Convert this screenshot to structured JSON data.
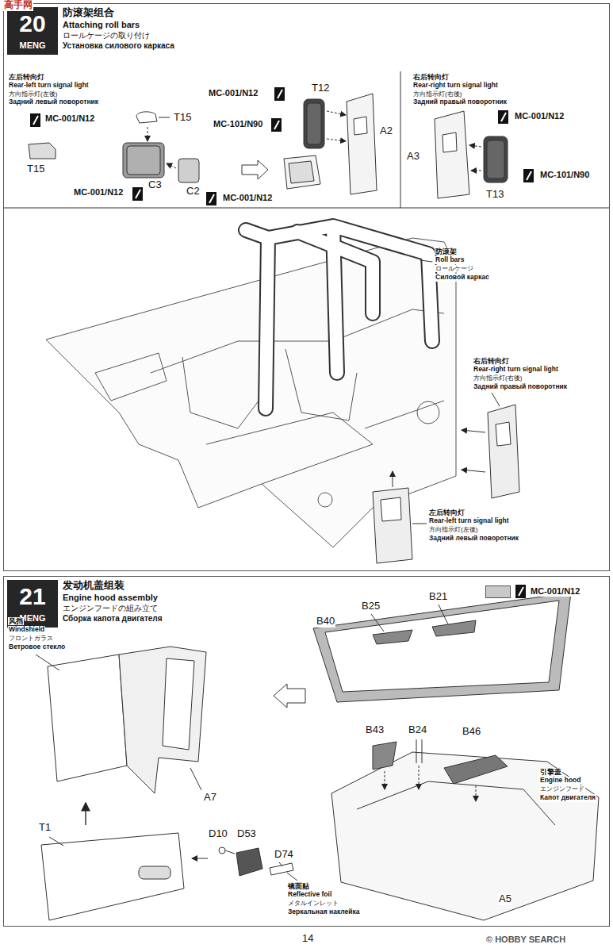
{
  "diagram": {
    "nodes": [
      {
        "text": [
          "防滚架组合",
          "Attaching roll bars",
          "ロールケージの取り付け",
          "Установка силового каркаса"
        ]
      },
      {
        "text": [
          "20",
          "MENG"
        ],
        "in": 0
      },
      {
        "text": [
          "发动机盖组装",
          "Engine hood assembly",
          "エンジンフードの組み立て",
          "Сборка капота двигателя"
        ]
      },
      {
        "text": [
          "21",
          "MENG"
        ],
        "in": 2
      }
    ],
    "labels": [
      "左后转向灯",
      "Rear-left turn signal light",
      "方向指示灯(左後)",
      "Задний левый поворотник",
      "MC-001/N12",
      "T15",
      "T15",
      "MC-001/N12",
      "C3",
      "C2",
      "MC-001/N12",
      "MC-001/N12",
      "T12",
      "MC-101/N90",
      "A2",
      "右后转向灯",
      "Rear-right turn signal light",
      "方向指示灯(右後)",
      "Задний правый поворотник",
      "MC-001/N12",
      "A3",
      "MC-101/N90",
      "T13",
      "防滚架",
      "Roll bars",
      "ロールケージ",
      "Силовой каркас",
      "右后转向灯",
      "Rear-right turn signal light",
      "方向指示灯(右後)",
      "Задний правый поворотник",
      "左后转向灯",
      "Rear-left turn signal light",
      "方向指示灯(左後)",
      "Задний левый поворотник",
      "风挡",
      "Windshield",
      "フロントガラス",
      "Ветровое стекло",
      "B25",
      "B21",
      "B40",
      "A7",
      "B43",
      "B24",
      "B46",
      "引擎盖",
      "Engine hood",
      "エンジンフード",
      "Капот двигателя",
      "T1",
      "D10",
      "D53",
      "D74",
      "镜面贴",
      "Reflective foil",
      "メタルインレット",
      "Зеркальная наклейка",
      "A5",
      "14",
      "高手网",
      "© HOBBY SEARCH"
    ],
    "legend": [
      {
        "text": "MC-001/N12",
        "color": "#c8c8c8"
      }
    ]
  }
}
